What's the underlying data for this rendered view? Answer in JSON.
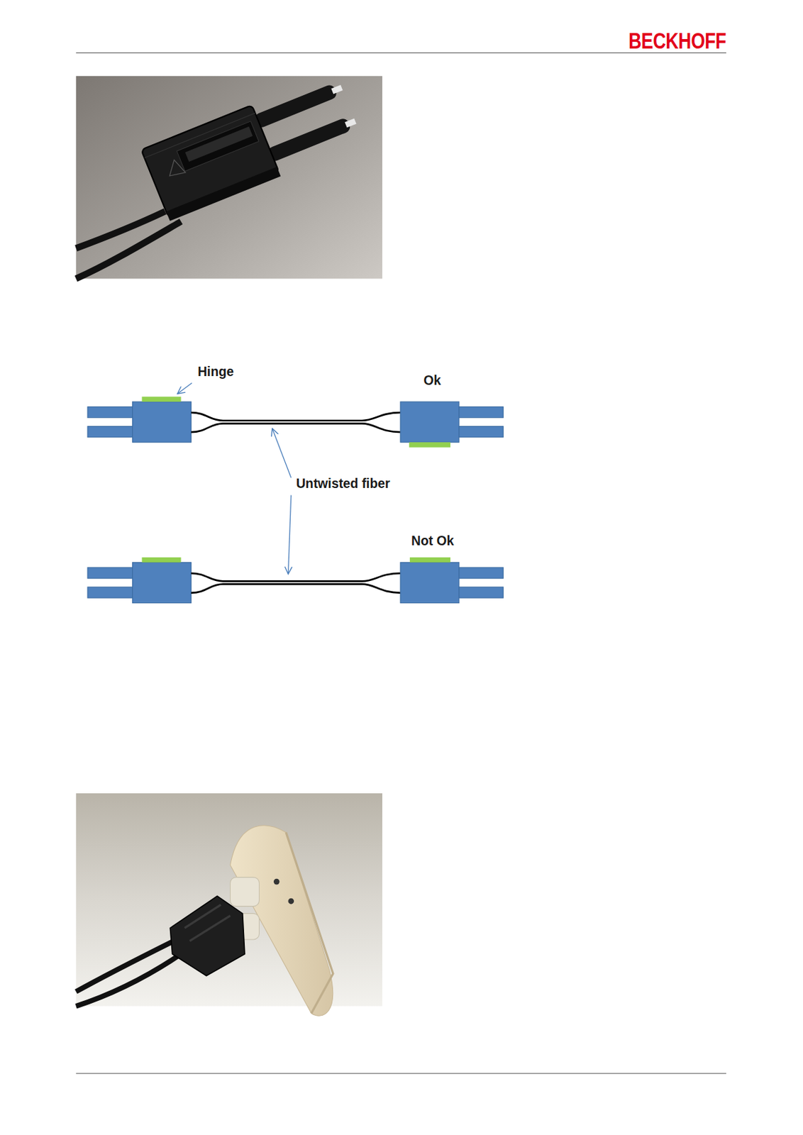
{
  "diagram": {
    "labels": [
      "BECKHOFF",
      "Hinge",
      "Ok",
      "Untwisted fiber",
      "Not Ok"
    ]
  }
}
